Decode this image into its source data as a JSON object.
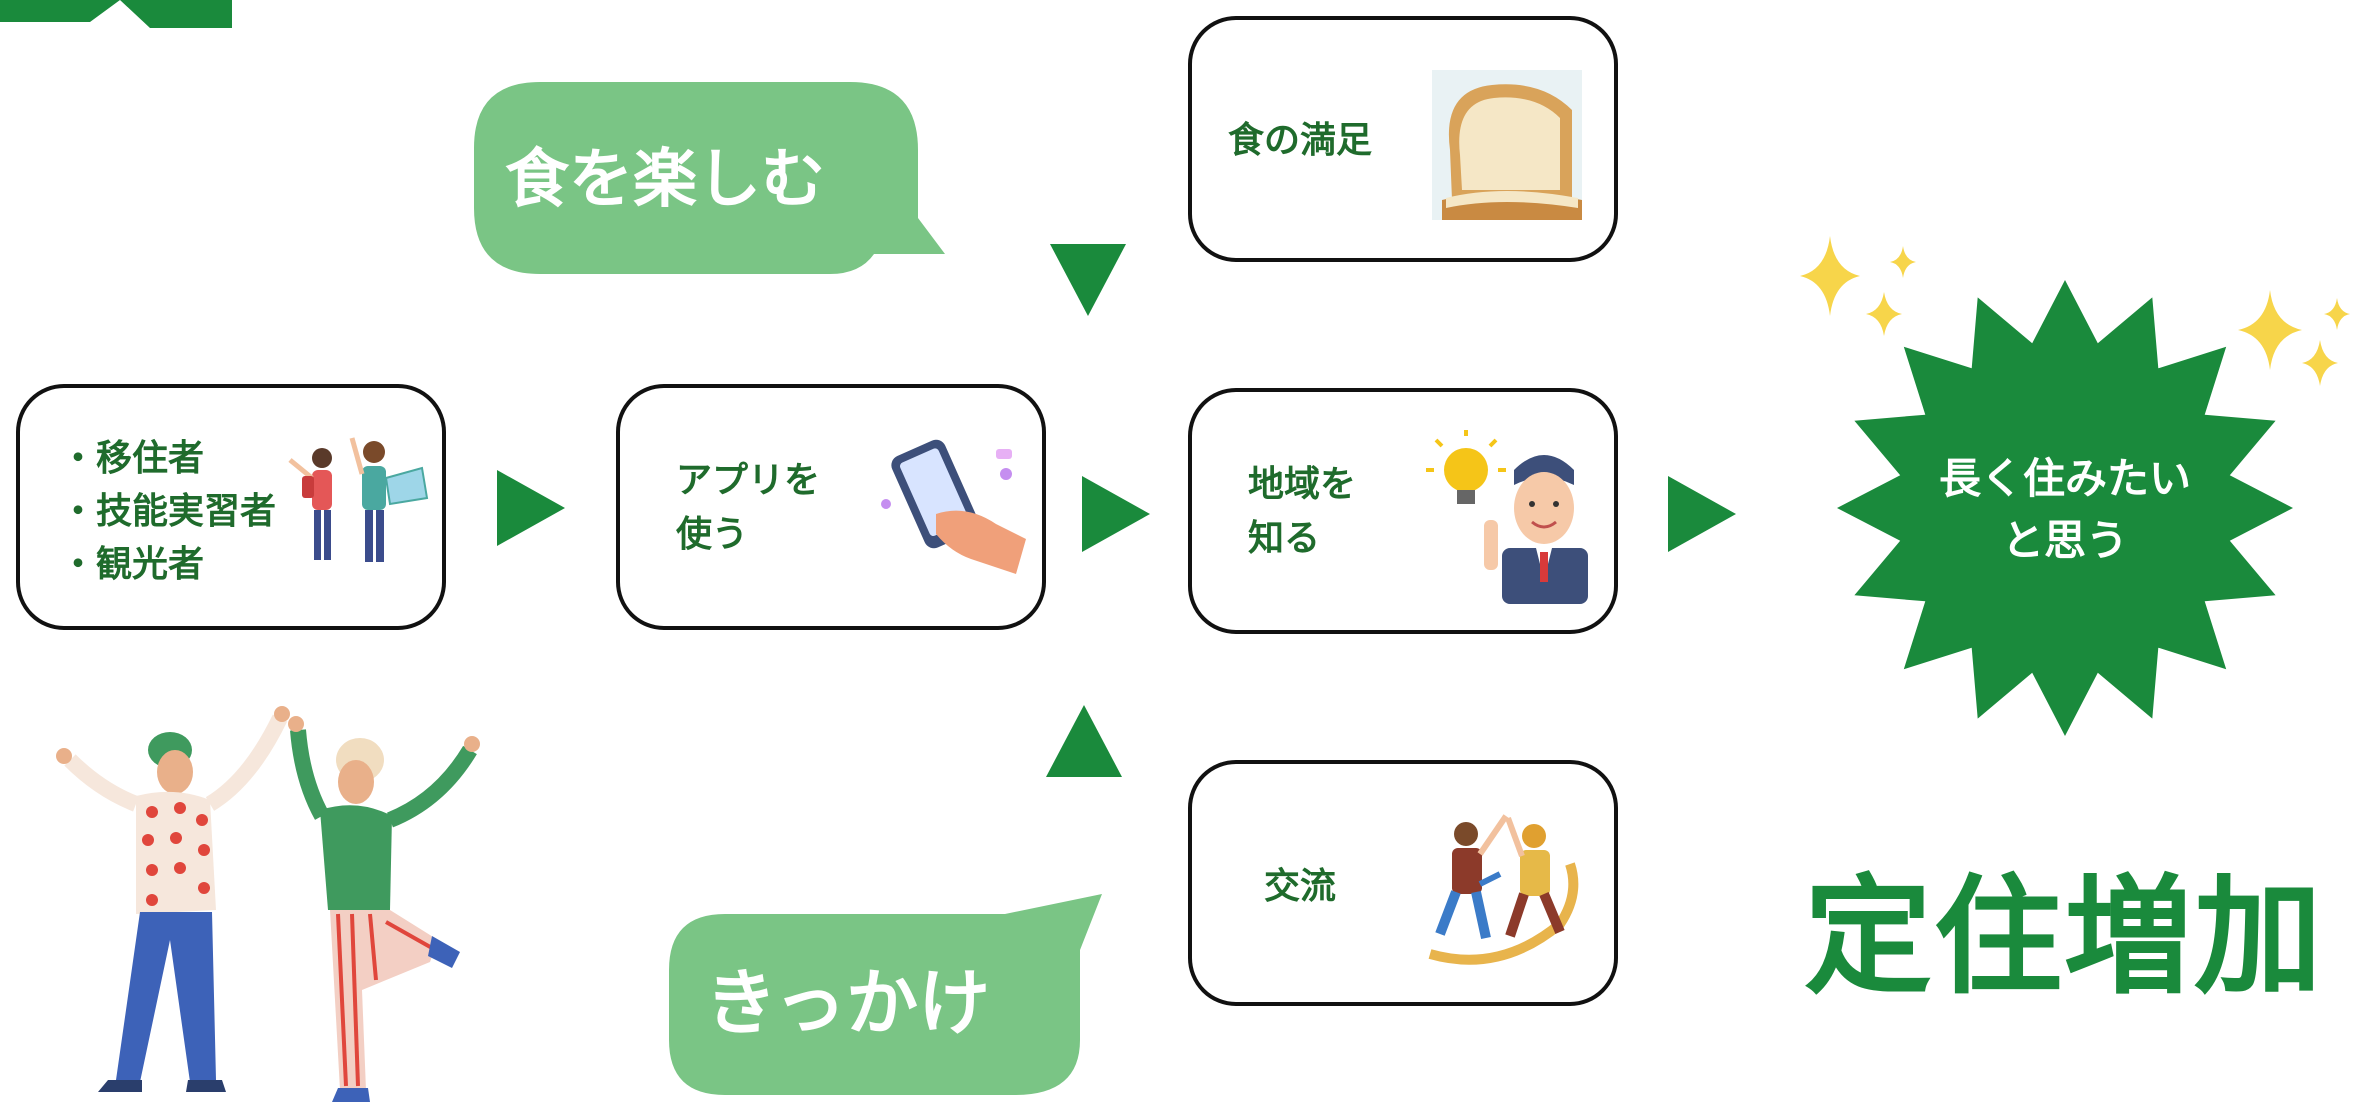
{
  "audience": {
    "items": [
      "移住者",
      "技能実習者",
      "観光者"
    ]
  },
  "use_app": {
    "label": "アプリを\n使う"
  },
  "know_region": {
    "label": "地域を\n知る"
  },
  "food": {
    "label": "食の満足"
  },
  "exchange": {
    "label": "交流"
  },
  "bubble_top": {
    "text": "食を楽しむ"
  },
  "bubble_bottom": {
    "text": "きっかけ"
  },
  "burst": {
    "text": "長く住みたい\nと思う"
  },
  "result": {
    "text": "定住増加"
  },
  "colors": {
    "dark_green": "#1a8a3c",
    "light_green": "#7ac585",
    "text_green": "#1f6b2c",
    "sparkle": "#f7d54a"
  },
  "icons": [
    "travelers-icon",
    "smartphone-icon",
    "lightbulb-person-icon",
    "bread-icon",
    "handshake-people-icon",
    "dancing-people-icon",
    "sparkle-icon",
    "arrow-right-icon",
    "arrow-down-icon",
    "arrow-up-icon"
  ]
}
